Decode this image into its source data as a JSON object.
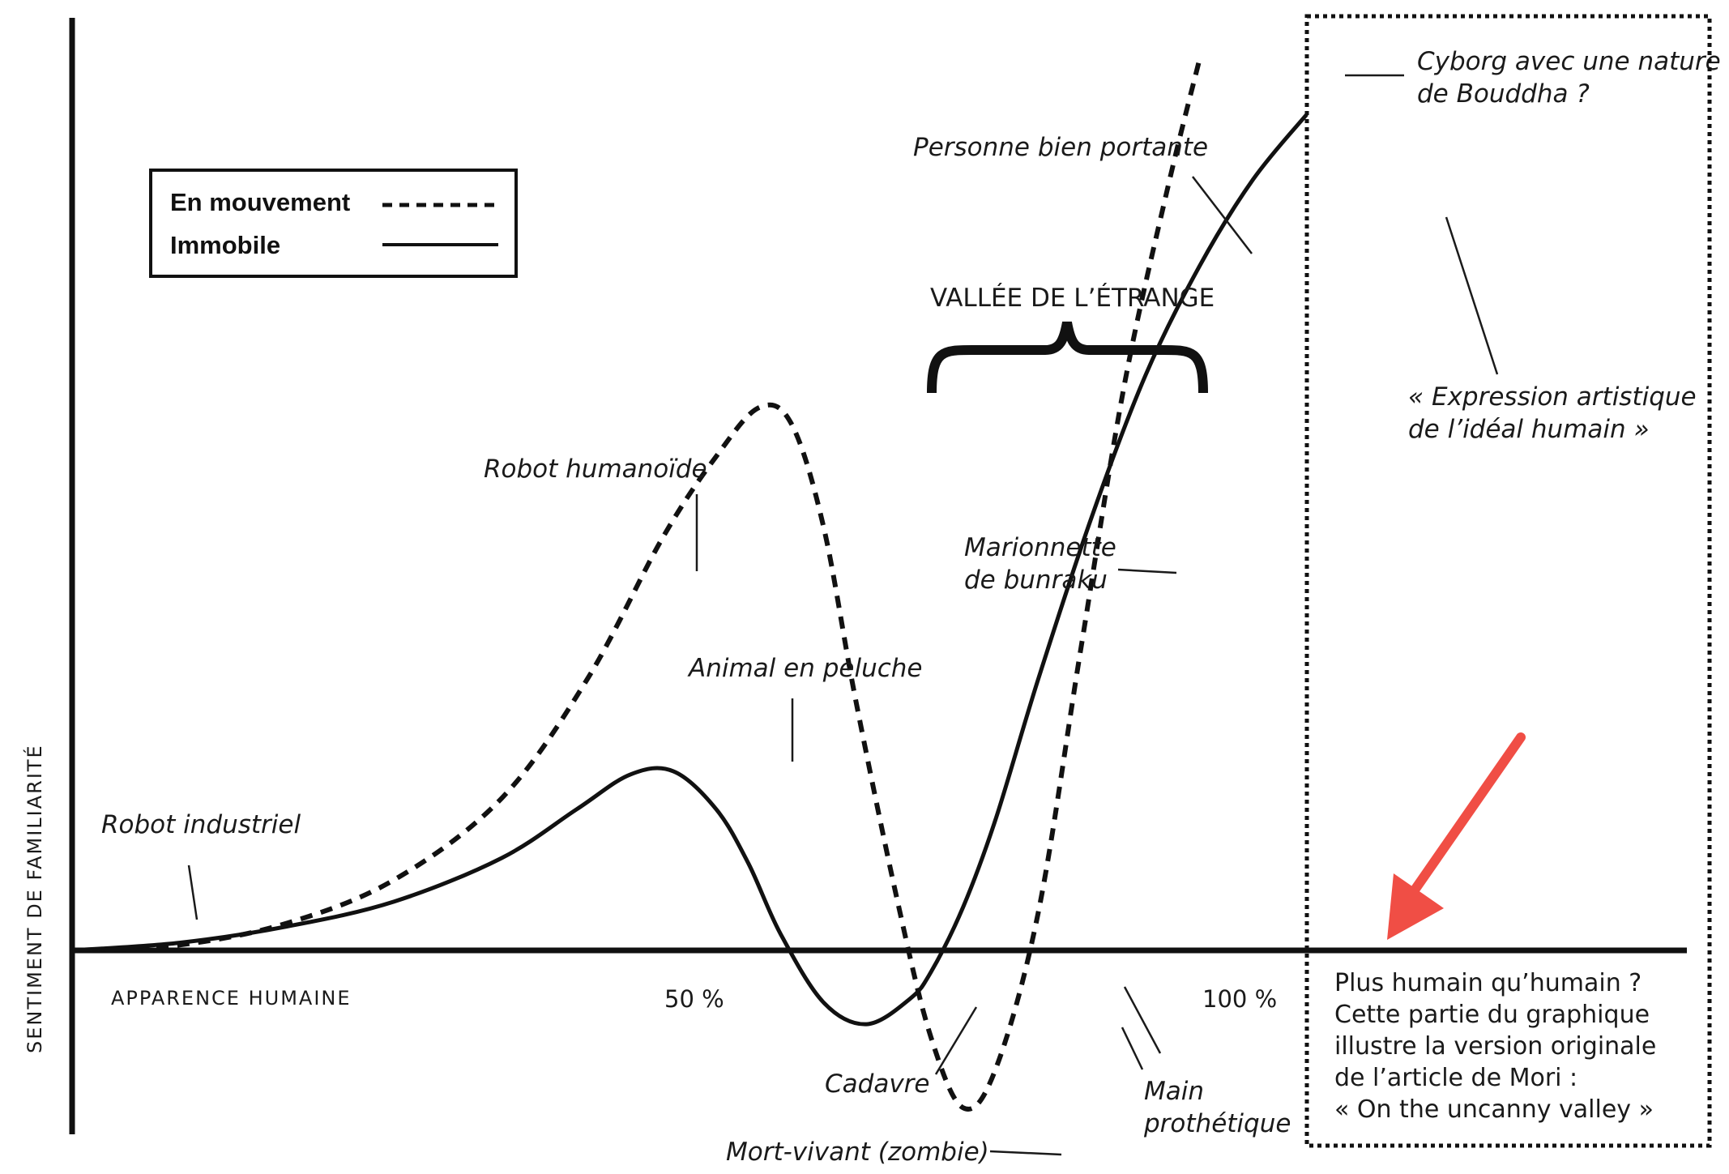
{
  "chart_data": {
    "type": "line",
    "title": "",
    "xlabel": "APPARENCE HUMAINE",
    "ylabel": "SENTIMENT DE FAMILIARITÉ",
    "x_ticks": [
      "50 %",
      "100 %"
    ],
    "xlim": [
      0,
      150
    ],
    "ylim": [
      -1.5,
      8.5
    ],
    "grid": false,
    "legend_position": "top-left",
    "series": [
      {
        "name": "En mouvement",
        "style": "dashed",
        "x": [
          0,
          10,
          20,
          30,
          40,
          48,
          55,
          60,
          64,
          67,
          70,
          73,
          77,
          80,
          83,
          86,
          90,
          94,
          98,
          102,
          105
        ],
        "y": [
          0,
          0.05,
          0.25,
          0.65,
          1.4,
          2.5,
          3.8,
          4.55,
          5.0,
          4.85,
          3.9,
          2.3,
          0.4,
          -0.8,
          -1.45,
          -1.1,
          0.35,
          2.8,
          5.2,
          7.0,
          8.2
        ]
      },
      {
        "name": "Immobile",
        "style": "solid",
        "x": [
          0,
          10,
          20,
          30,
          40,
          47,
          52,
          56,
          60,
          63,
          66,
          70,
          74,
          78,
          80,
          83,
          86,
          90,
          95,
          100,
          105,
          110,
          115
        ],
        "y": [
          0,
          0.07,
          0.22,
          0.45,
          0.85,
          1.3,
          1.62,
          1.65,
          1.3,
          0.8,
          0.15,
          -0.48,
          -0.68,
          -0.45,
          -0.2,
          0.4,
          1.2,
          2.5,
          4.0,
          5.3,
          6.3,
          7.1,
          7.7
        ]
      }
    ],
    "annotations": {
      "valley_label": "VALLÉE DE L’ÉTRANGE",
      "robot_industriel": "Robot industriel",
      "robot_humanoide": "Robot humanoïde",
      "animal_en_peluche": "Animal en peluche",
      "marionnette_1": "Marionnette",
      "marionnette_2": "de bunraku",
      "personne_bien_portante": "Personne bien portante",
      "cyborg_1": "Cyborg avec une nature",
      "cyborg_2": "de Bouddha ?",
      "expression_1": "« Expression artistique",
      "expression_2": "de l’idéal humain »",
      "cadavre": "Cadavre",
      "mort_vivant": "Mort-vivant (zombie)",
      "main_1": "Main",
      "main_2": "prothétique"
    },
    "note_box": [
      "Plus humain qu’humain ?",
      "Cette partie du graphique",
      "illustre la version originale",
      "de l’article de Mori :",
      "« On the uncanny valley »"
    ]
  },
  "colors": {
    "ink": "#111111",
    "arrow": "#f04e45"
  }
}
